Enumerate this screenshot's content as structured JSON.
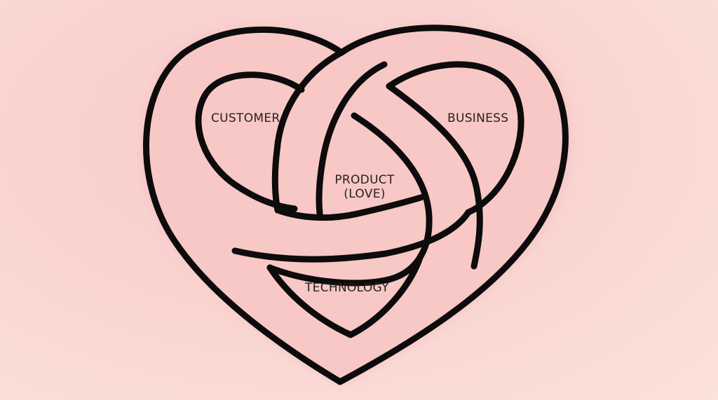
{
  "diagram": {
    "labels": {
      "customer": "CUSTOMER",
      "business": "BUSINESS",
      "product_line1": "PRODUCT",
      "product_line2": "(LOVE)",
      "technology": "TECHNOLOGY"
    }
  },
  "colors": {
    "background": "#f9d3d0",
    "heart_fill": "#f7c8c6",
    "stroke": "#0d0b0b",
    "text": "#2a2020"
  }
}
